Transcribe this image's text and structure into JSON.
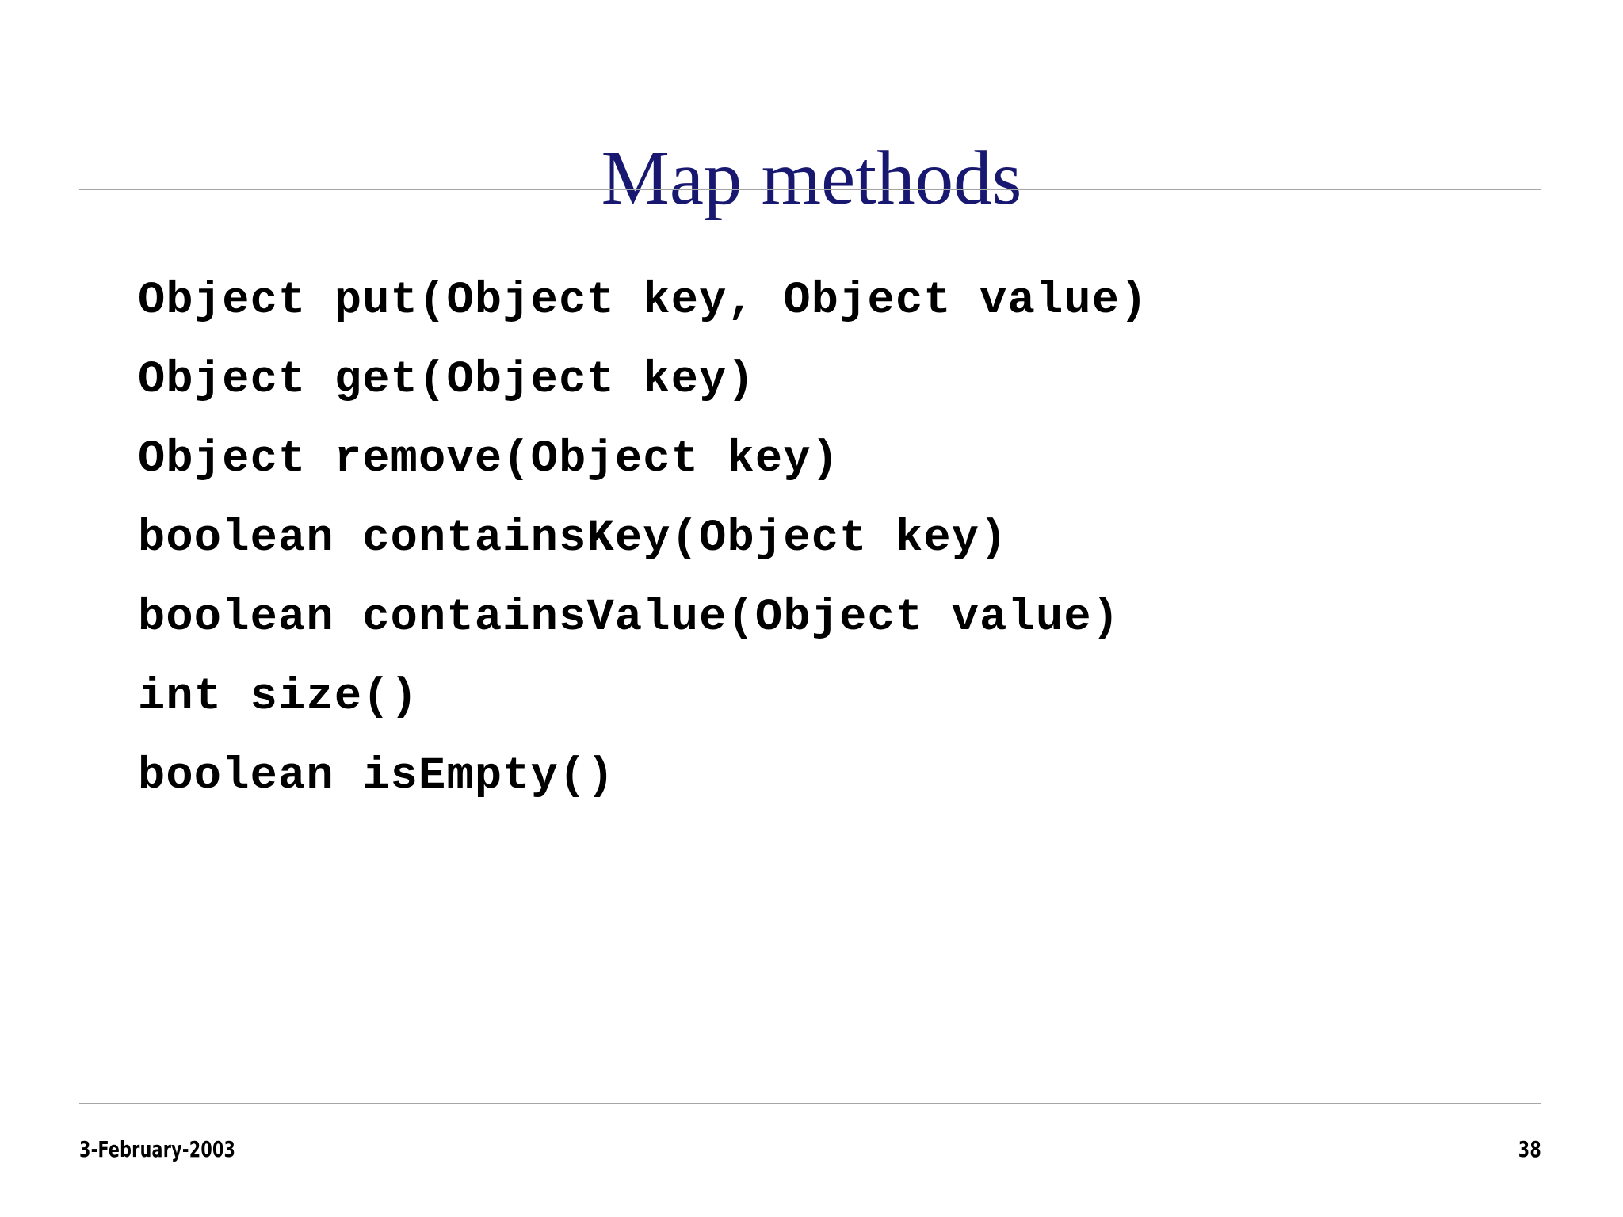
{
  "slide": {
    "title": "Map methods",
    "background_color": "#ffffff",
    "title_color": "#181870",
    "body_color": "#000000",
    "rule_color": "#a6a6a6"
  },
  "body": {
    "lines": [
      "Object put(Object key, Object value)",
      "Object get(Object key)",
      "Object remove(Object key)",
      "boolean containsKey(Object key)",
      "boolean containsValue(Object value)",
      "int size()",
      "boolean isEmpty()"
    ]
  },
  "footer": {
    "date": "3-February-2003",
    "page_number": "38"
  }
}
